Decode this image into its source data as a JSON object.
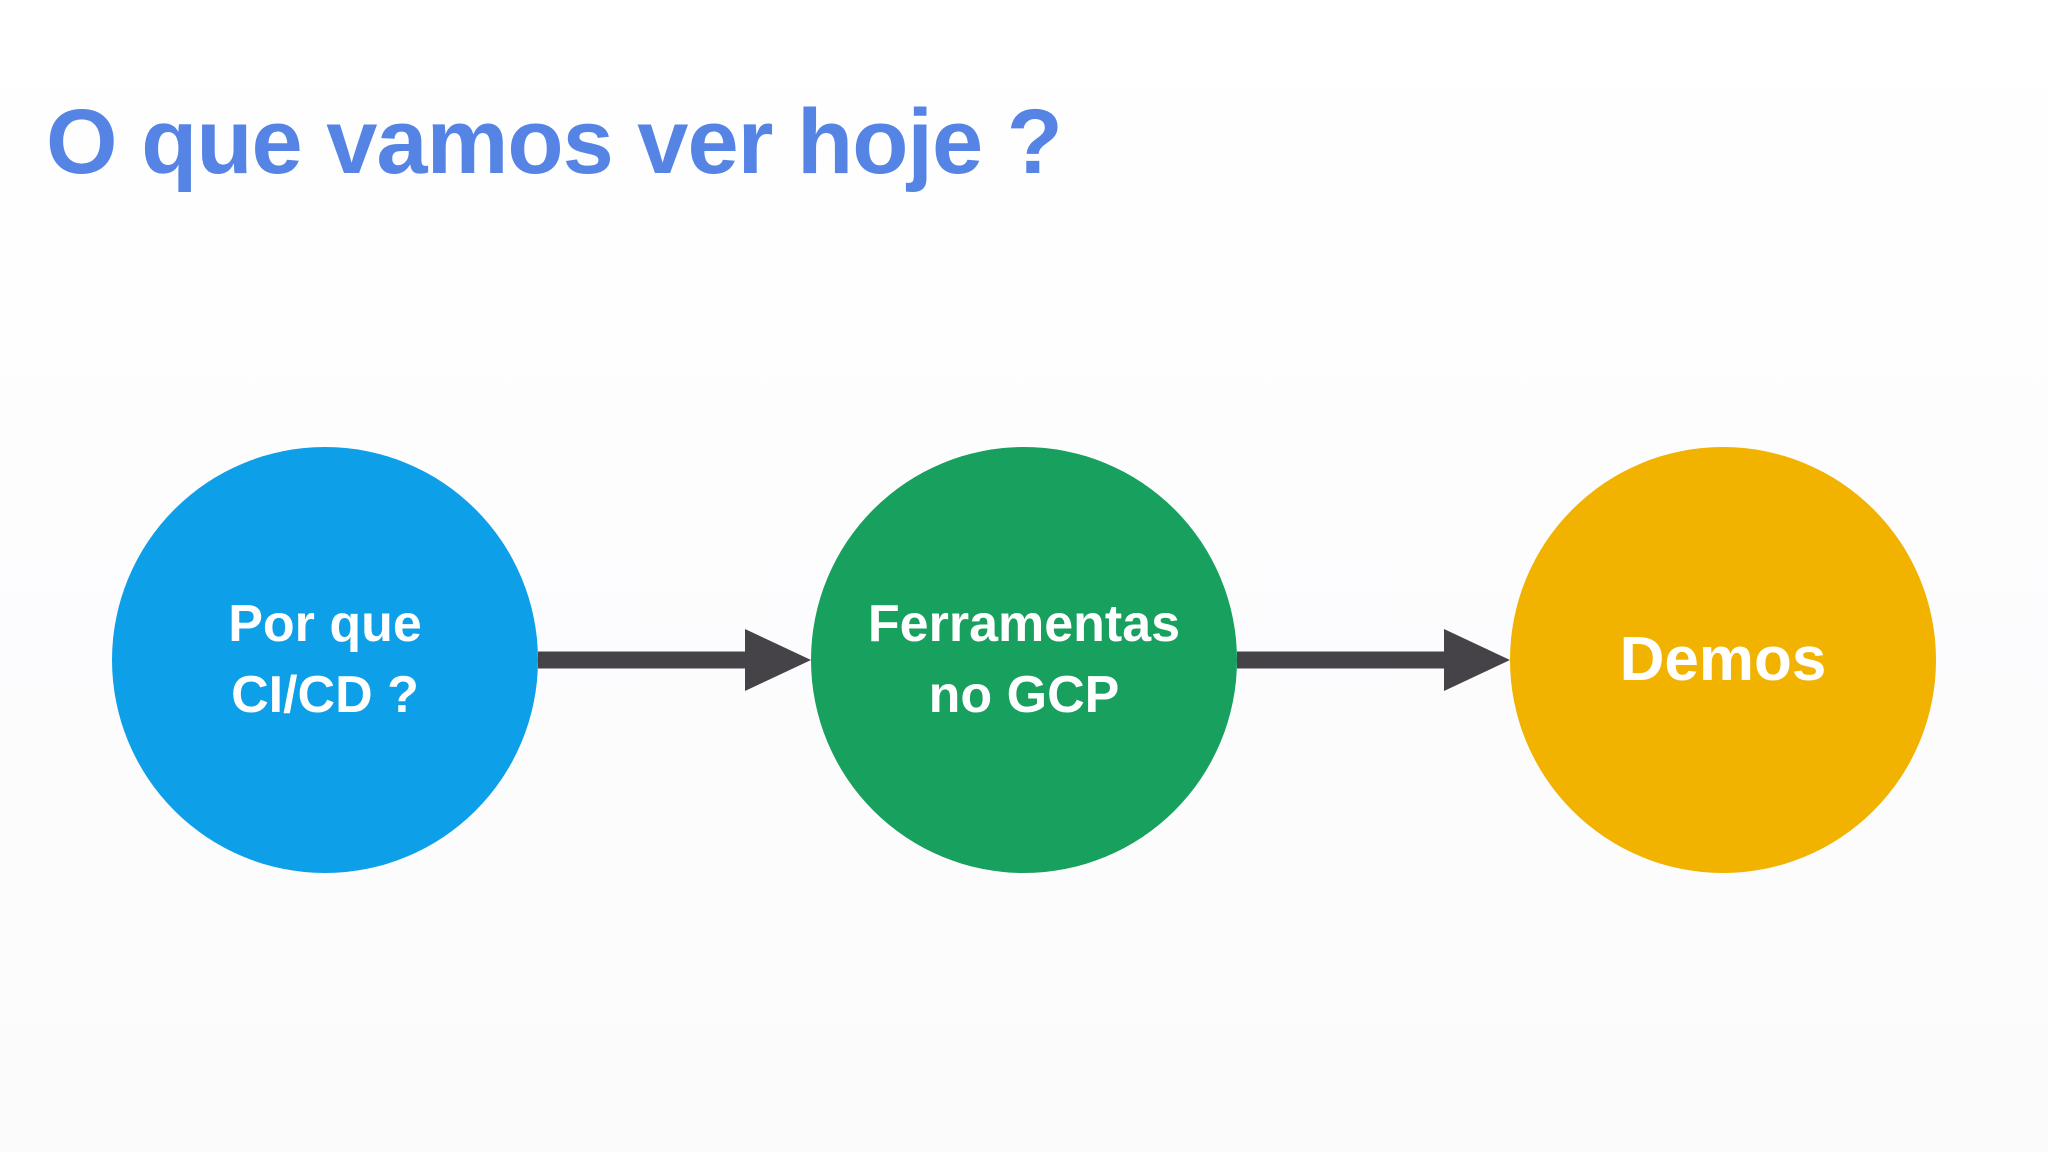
{
  "slide": {
    "title": "O que vamos ver hoje ?"
  },
  "colors": {
    "background": "#fdfdfe",
    "title": "#5584e5",
    "arrow": "#454348",
    "node_text": "#ffffff"
  },
  "diagram": {
    "nodes": [
      {
        "id": "why-cicd",
        "label": "Por que\nCI/CD ?",
        "color": "#0da0e8"
      },
      {
        "id": "gcp-tools",
        "label": "Ferramentas\nno GCP",
        "color": "#18a05e"
      },
      {
        "id": "demos",
        "label": "Demos",
        "color": "#f2b200"
      }
    ],
    "edges": [
      {
        "from": "why-cicd",
        "to": "gcp-tools"
      },
      {
        "from": "gcp-tools",
        "to": "demos"
      }
    ]
  }
}
